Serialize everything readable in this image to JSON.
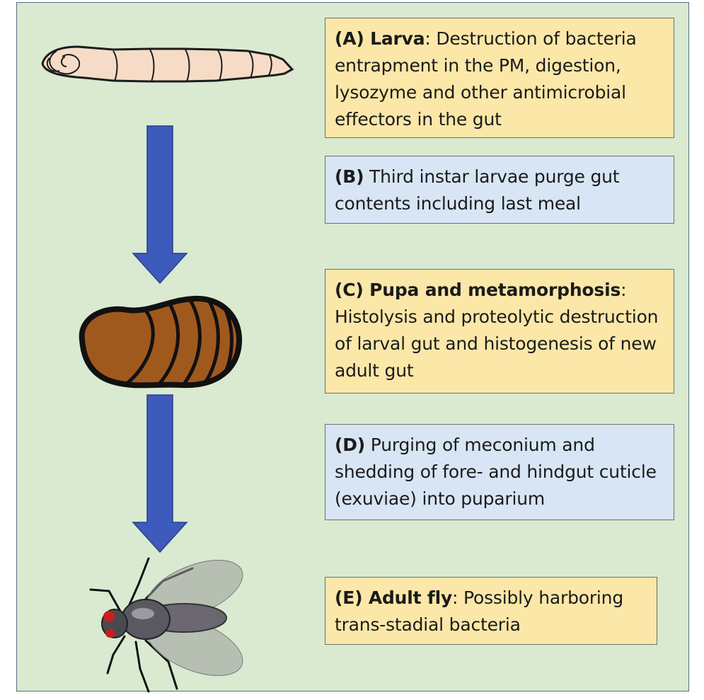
{
  "stages": [
    {
      "id": "A",
      "label": "(A) Larva",
      "text": ": Destruction of bacteria entrapment in the PM, digestion, lysozyme and other antimicrobial effectors in the gut"
    },
    {
      "id": "B",
      "label": "(B)",
      "text": " Third instar larvae purge gut contents including last meal"
    },
    {
      "id": "C",
      "label": "(C) Pupa and metamorphosis",
      "text": ": Histolysis and proteolytic destruction of larval gut and histogenesis of new adult gut"
    },
    {
      "id": "D",
      "label": "(D)",
      "text": " Purging of meconium and shedding of fore- and hindgut cuticle (exuviae) into puparium"
    },
    {
      "id": "E",
      "label": "(E) Adult fly",
      "text": ": Possibly harboring trans-stadial bacteria"
    }
  ],
  "colors": {
    "background": "#d9ead1",
    "box_yellow": "#fbe7a8",
    "box_blue": "#d7e5f4",
    "arrow": "#3d5bbd",
    "pupa": "#a0591d",
    "larva": "#f6dcc7"
  },
  "icons": [
    "larva-illustration",
    "pupa-illustration",
    "adult-fly-illustration",
    "down-arrow-icon"
  ]
}
